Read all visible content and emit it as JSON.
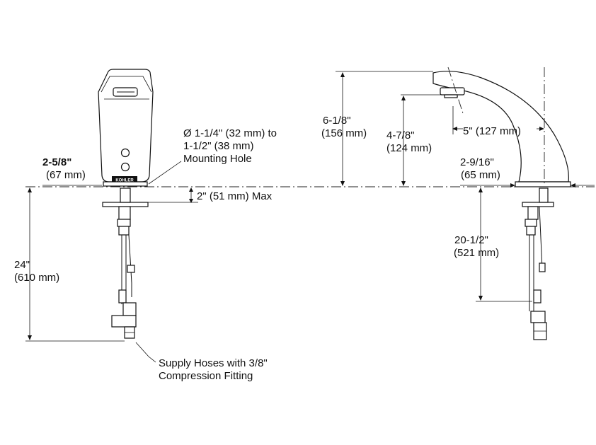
{
  "brand": "KOHLER",
  "front": {
    "width_dim": [
      "2-5/8\"",
      "(67 mm)"
    ],
    "hole_note": [
      "Ø 1-1/4\" (32 mm) to",
      "1-1/2\" (38 mm)",
      "Mounting Hole"
    ],
    "deck_max": "2\" (51 mm) Max",
    "supply_length": [
      "24\"",
      "(610 mm)"
    ],
    "supply_note": [
      "Supply Hoses with 3/8\"",
      "Compression Fitting"
    ]
  },
  "side": {
    "height_dim": [
      "6-1/8\"",
      "(156 mm)"
    ],
    "spout_height": [
      "4-7/8\"",
      "(124 mm)"
    ],
    "reach": "5\" (127 mm)",
    "base_width": [
      "2-9/16\"",
      "(65 mm)"
    ],
    "below_deck": [
      "20-1/2\"",
      "(521 mm)"
    ]
  }
}
